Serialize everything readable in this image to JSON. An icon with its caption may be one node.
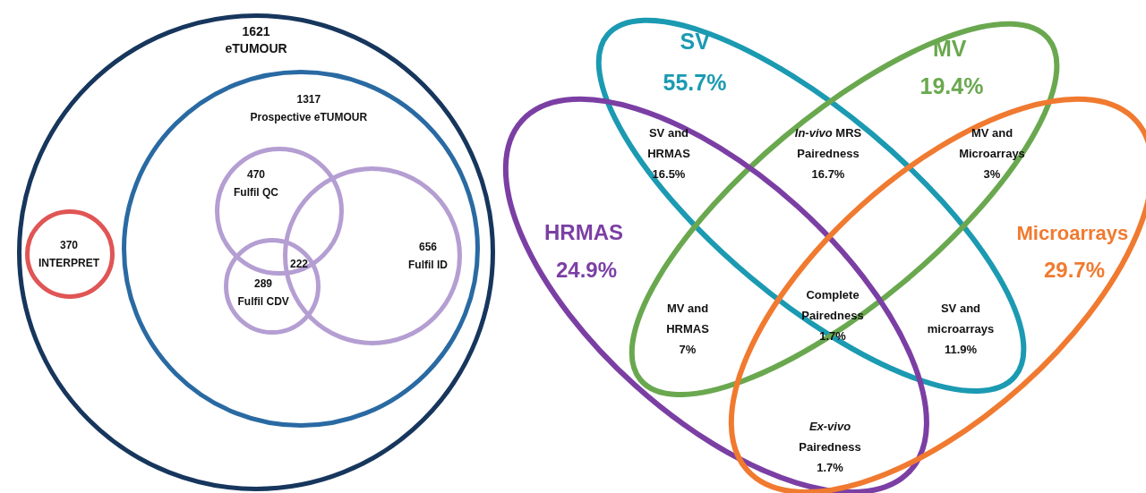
{
  "diagram": {
    "nodes": [
      {
        "text": [
          "1621",
          "eTUMOUR"
        ]
      },
      {
        "text": [
          "370",
          "INTERPRET"
        ],
        "in": 0
      },
      {
        "text": [
          "1317",
          "Prospective eTUMOUR"
        ],
        "in": 0
      },
      {
        "text": [
          "470",
          "Fulfil QC"
        ],
        "in": 2
      },
      {
        "text": [
          "289",
          "Fulfil CDV"
        ],
        "in": 2
      },
      {
        "text": [
          "656",
          "Fulfil ID"
        ],
        "in": 2
      },
      {
        "text": [
          "SV",
          "55.7%"
        ]
      },
      {
        "text": [
          "MV",
          "19.4%"
        ]
      },
      {
        "text": [
          "HRMAS",
          "24.9%"
        ]
      },
      {
        "text": [
          "Microarrays",
          "29.7%"
        ]
      }
    ],
    "edges": [],
    "labels": [
      "222",
      "SV and HRMAS 16.5%",
      "*In-vivo* MRS Pairedness 16.7%",
      "MV and Microarrays 3%",
      "MV and HRMAS 7%",
      "Complete Pairedness 1.7%",
      "SV and microarrays 11.9%",
      "*Ex-vivo* Pairedness 1.7%"
    ]
  }
}
